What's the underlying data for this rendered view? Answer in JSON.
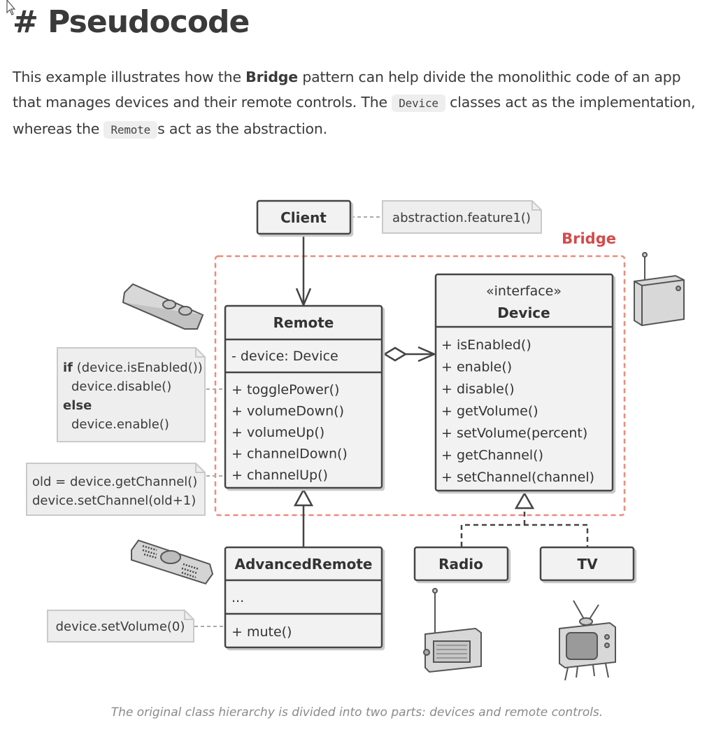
{
  "heading": "# Pseudocode",
  "intro": {
    "p1": "This example illustrates how the ",
    "bold": "Bridge",
    "p2": " pattern can help divide the monolithic code of an app that manages devices and their remote controls. The ",
    "code1": "Device",
    "p3": " classes act as the implementation, whereas the ",
    "code2": "Remote",
    "p4": "s act as the abstraction."
  },
  "diagram": {
    "bridge_label": "Bridge",
    "client": {
      "name": "Client",
      "note": "abstraction.feature1()"
    },
    "remote": {
      "name": "Remote",
      "field": "- device: Device",
      "methods": [
        "+ togglePower()",
        "+ volumeDown()",
        "+ volumeUp()",
        "+ channelDown()",
        "+ channelUp()"
      ]
    },
    "device": {
      "stereotype": "«interface»",
      "name": "Device",
      "methods": [
        "+ isEnabled()",
        "+ enable()",
        "+ disable()",
        "+ getVolume()",
        "+ setVolume(percent)",
        "+ getChannel()",
        "+ setChannel(channel)"
      ]
    },
    "advanced_remote": {
      "name": "AdvancedRemote",
      "field": "...",
      "method": "+ mute()"
    },
    "radio": {
      "name": "Radio"
    },
    "tv": {
      "name": "TV"
    },
    "toggle_note": {
      "kw_if": "if",
      "cond": " (device.isEnabled())",
      "l2": "device.disable()",
      "kw_else": "else",
      "l4": "device.enable()"
    },
    "channel_note": {
      "l1": "old = device.getChannel()",
      "l2": "device.setChannel(old+1)"
    },
    "mute_note": "device.setVolume(0)"
  },
  "caption": "The original class hierarchy is divided into two parts: devices and remote controls.",
  "colors": {
    "bridge": "#d44a4a",
    "dashed_border": "#f08a7a",
    "box_fill": "#f2f2f2",
    "stroke": "#444444",
    "note_fill": "#eeeeee"
  }
}
